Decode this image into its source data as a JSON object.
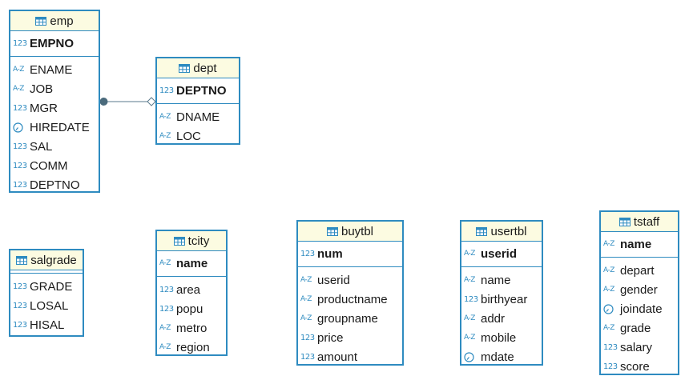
{
  "colors": {
    "border": "#2e8bc0",
    "header_bg": "#fcfbe1",
    "connector": "#5a7a8c"
  },
  "entities": [
    {
      "id": "emp",
      "title": "emp",
      "keys": [
        {
          "name": "EMPNO",
          "type": "number-icon"
        }
      ],
      "columns": [
        {
          "name": "ENAME",
          "type": "text-icon"
        },
        {
          "name": "JOB",
          "type": "text-icon"
        },
        {
          "name": "MGR",
          "type": "number-icon"
        },
        {
          "name": "HIREDATE",
          "type": "date-icon"
        },
        {
          "name": "SAL",
          "type": "number-icon"
        },
        {
          "name": "COMM",
          "type": "number-icon"
        },
        {
          "name": "DEPTNO",
          "type": "number-icon"
        }
      ]
    },
    {
      "id": "dept",
      "title": "dept",
      "keys": [
        {
          "name": "DEPTNO",
          "type": "number-icon"
        }
      ],
      "columns": [
        {
          "name": "DNAME",
          "type": "text-icon"
        },
        {
          "name": "LOC",
          "type": "text-icon"
        }
      ]
    },
    {
      "id": "salgrade",
      "title": "salgrade",
      "keys": [],
      "columns": [
        {
          "name": "GRADE",
          "type": "number-icon"
        },
        {
          "name": "LOSAL",
          "type": "number-icon"
        },
        {
          "name": "HISAL",
          "type": "number-icon"
        }
      ]
    },
    {
      "id": "tcity",
      "title": "tcity",
      "keys": [
        {
          "name": "name",
          "type": "text-icon"
        }
      ],
      "columns": [
        {
          "name": "area",
          "type": "number-icon"
        },
        {
          "name": "popu",
          "type": "number-icon"
        },
        {
          "name": "metro",
          "type": "text-icon"
        },
        {
          "name": "region",
          "type": "text-icon"
        }
      ]
    },
    {
      "id": "buytbl",
      "title": "buytbl",
      "keys": [
        {
          "name": "num",
          "type": "number-icon"
        }
      ],
      "columns": [
        {
          "name": "userid",
          "type": "text-icon"
        },
        {
          "name": "productname",
          "type": "text-icon"
        },
        {
          "name": "groupname",
          "type": "text-icon"
        },
        {
          "name": "price",
          "type": "number-icon"
        },
        {
          "name": "amount",
          "type": "number-icon"
        }
      ]
    },
    {
      "id": "usertbl",
      "title": "usertbl",
      "keys": [
        {
          "name": "userid",
          "type": "text-icon"
        }
      ],
      "columns": [
        {
          "name": "name",
          "type": "text-icon"
        },
        {
          "name": "birthyear",
          "type": "number-icon"
        },
        {
          "name": "addr",
          "type": "text-icon"
        },
        {
          "name": "mobile",
          "type": "text-icon"
        },
        {
          "name": "mdate",
          "type": "date-icon"
        }
      ]
    },
    {
      "id": "tstaff",
      "title": "tstaff",
      "keys": [
        {
          "name": "name",
          "type": "text-icon"
        }
      ],
      "columns": [
        {
          "name": "depart",
          "type": "text-icon"
        },
        {
          "name": "gender",
          "type": "text-icon"
        },
        {
          "name": "joindate",
          "type": "date-icon"
        },
        {
          "name": "grade",
          "type": "text-icon"
        },
        {
          "name": "salary",
          "type": "number-icon"
        },
        {
          "name": "score",
          "type": "number-icon"
        }
      ]
    }
  ],
  "relationships": [
    {
      "from": "emp",
      "to": "dept"
    }
  ]
}
